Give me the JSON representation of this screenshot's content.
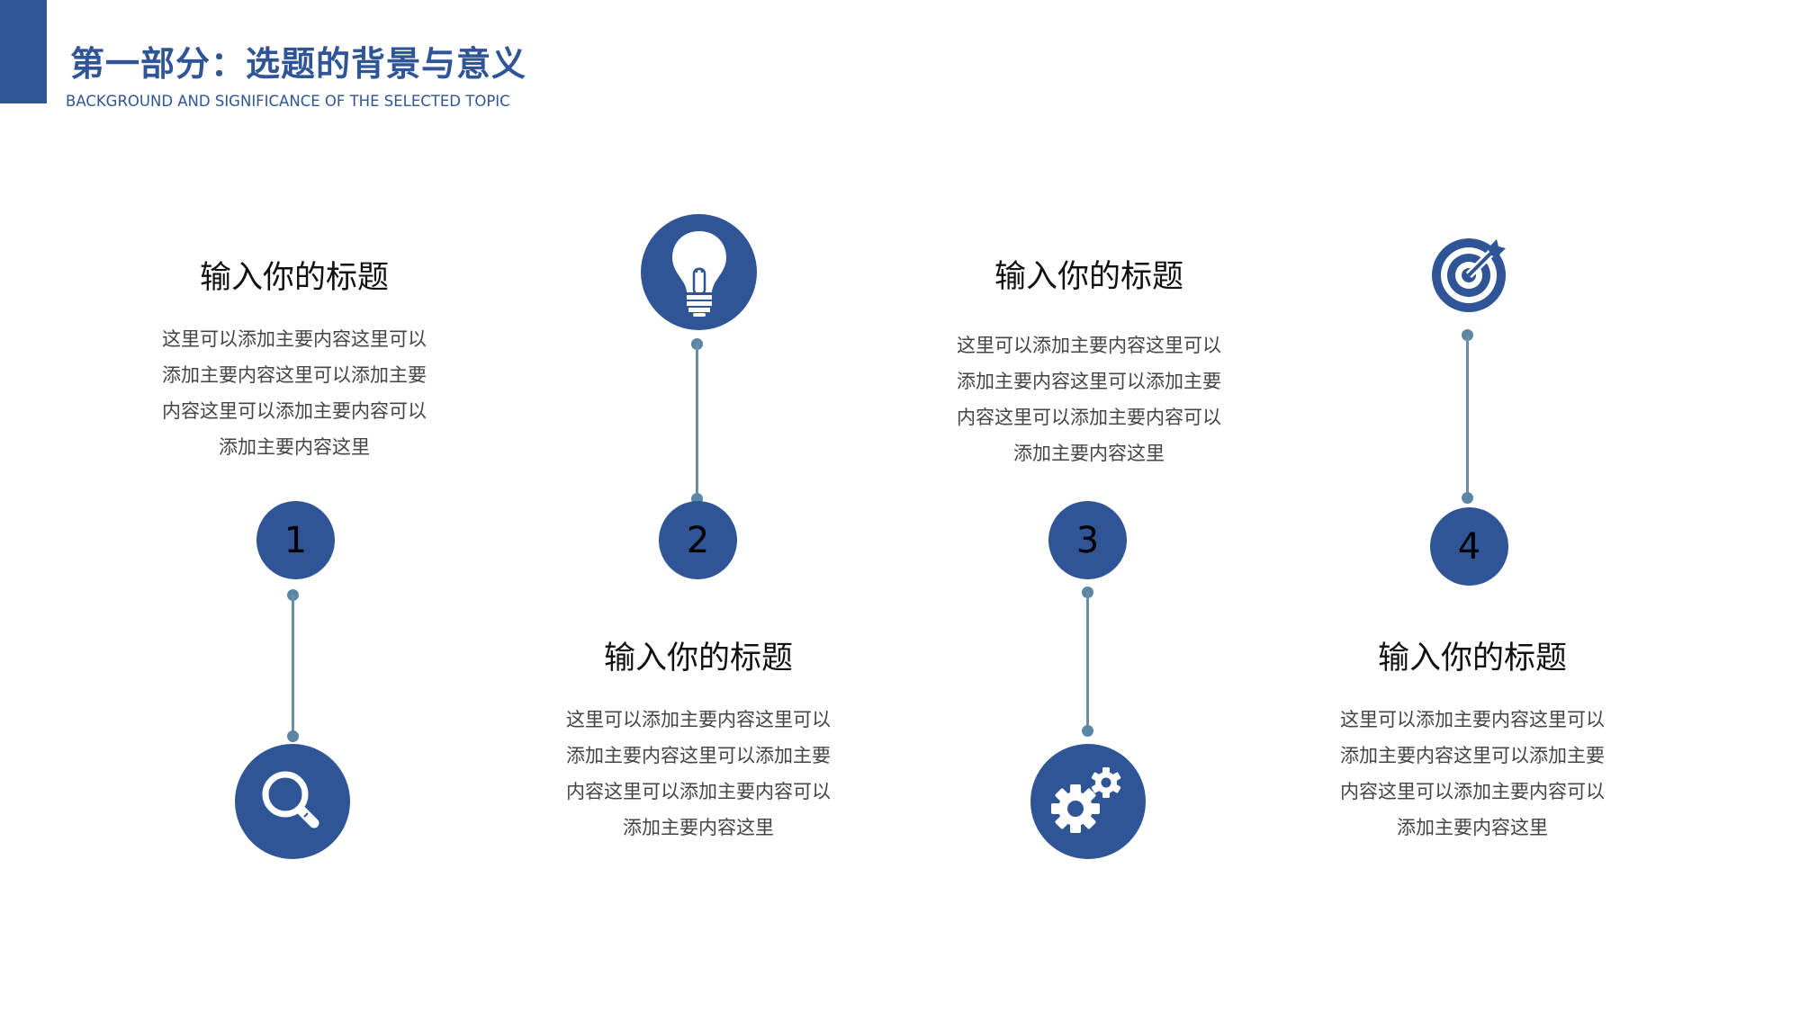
{
  "header": {
    "title": "第一部分：选题的背景与意义",
    "subtitle": "BACKGROUND AND SIGNIFICANCE OF THE SELECTED TOPIC",
    "accent_color": "#2F5597"
  },
  "steps": [
    {
      "number": "1",
      "icon": "magnifier-icon",
      "title": "输入你的标题",
      "body": [
        "这里可以添加主要内容这里可以",
        "添加主要内容这里可以添加主要",
        "内容这里可以添加主要内容可以",
        "添加主要内容这里"
      ]
    },
    {
      "number": "2",
      "icon": "lightbulb-icon",
      "title": "输入你的标题",
      "body": [
        "这里可以添加主要内容这里可以",
        "添加主要内容这里可以添加主要",
        "内容这里可以添加主要内容可以",
        "添加主要内容这里"
      ]
    },
    {
      "number": "3",
      "icon": "gears-icon",
      "title": "输入你的标题",
      "body": [
        "这里可以添加主要内容这里可以",
        "添加主要内容这里可以添加主要",
        "内容这里可以添加主要内容可以",
        "添加主要内容这里"
      ]
    },
    {
      "number": "4",
      "icon": "target-icon",
      "title": "输入你的标题",
      "body": [
        "这里可以添加主要内容这里可以",
        "添加主要内容这里可以添加主要",
        "内容这里可以添加主要内容可以",
        "添加主要内容这里"
      ]
    }
  ],
  "colors": {
    "primary": "#2F5597",
    "connector": "#5B87A5",
    "title_text": "#111111",
    "body_text": "#444444"
  }
}
